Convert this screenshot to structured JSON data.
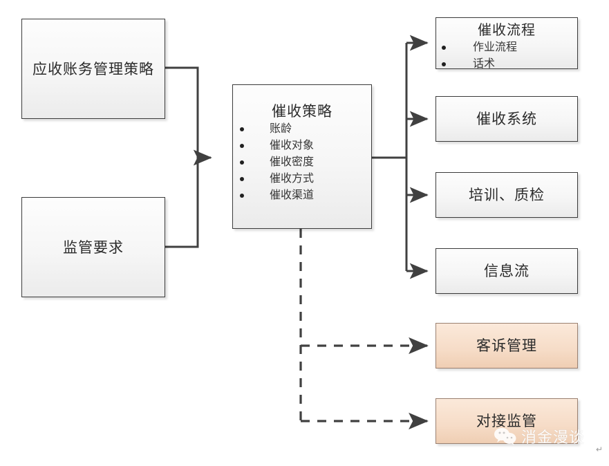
{
  "diagram": {
    "type": "flowchart",
    "title_text": "",
    "colors": {
      "box_border": "#3a3a3a",
      "box_fill_top": "#fdfdfd",
      "box_fill_bottom": "#ebebeb",
      "accent_border": "#9a8070",
      "accent_fill_top": "#fbe9da",
      "accent_fill_bottom": "#efceb3",
      "line": "#404040",
      "text": "#2b2b2b"
    },
    "inputs": [
      {
        "id": "ar-policy",
        "label": "应收账务管理策略"
      },
      {
        "id": "regulatory",
        "label": "监管要求"
      }
    ],
    "center": {
      "id": "collection-strategy",
      "title": "催收策略",
      "bullets": [
        "账龄",
        "催收对象",
        "催收密度",
        "催收方式",
        "催收渠道"
      ]
    },
    "outputs_solid": [
      {
        "id": "collection-process",
        "title": "催收流程",
        "bullets": [
          "作业流程",
          "话术"
        ]
      },
      {
        "id": "collection-system",
        "title": "催收系统",
        "bullets": []
      },
      {
        "id": "training-qc",
        "title": "培训、质检",
        "bullets": []
      },
      {
        "id": "information-flow",
        "title": "信息流",
        "bullets": []
      }
    ],
    "outputs_dashed": [
      {
        "id": "complaint-management",
        "title": "客诉管理"
      },
      {
        "id": "regulator-interface",
        "title": "对接监管"
      }
    ]
  },
  "watermark": {
    "text": "消金漫谈",
    "icon": "wechat-icon"
  },
  "marks": {
    "paragraph_mark": "↵"
  }
}
